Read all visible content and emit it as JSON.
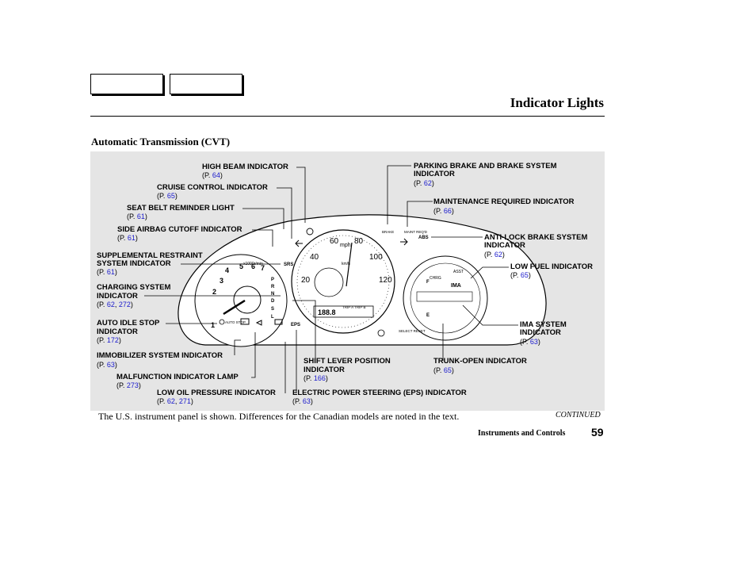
{
  "header": {
    "title": "Indicator Lights"
  },
  "section_title": "Automatic Transmission (CVT)",
  "callouts": [
    {
      "key": "high_beam",
      "label": "HIGH BEAM INDICATOR",
      "pages": [
        "64"
      ]
    },
    {
      "key": "cruise",
      "label": "CRUISE CONTROL INDICATOR",
      "pages": [
        "65"
      ]
    },
    {
      "key": "seat_belt",
      "label": "SEAT BELT REMINDER LIGHT",
      "pages": [
        "61"
      ]
    },
    {
      "key": "side_airbag",
      "label": "SIDE AIRBAG CUTOFF INDICATOR",
      "pages": [
        "61"
      ]
    },
    {
      "key": "srs",
      "label1": "SUPPLEMENTAL RESTRAINT",
      "label2": "SYSTEM INDICATOR",
      "pages": [
        "61"
      ]
    },
    {
      "key": "charging",
      "label1": "CHARGING SYSTEM",
      "label2": "INDICATOR",
      "pages": [
        "62",
        "272"
      ]
    },
    {
      "key": "auto_idle",
      "label1": "AUTO IDLE STOP",
      "label2": "INDICATOR",
      "pages": [
        "172"
      ]
    },
    {
      "key": "immobilizer",
      "label": "IMMOBILIZER SYSTEM INDICATOR",
      "pages": [
        "63"
      ]
    },
    {
      "key": "mil",
      "label": "MALFUNCTION INDICATOR LAMP",
      "pages": [
        "273"
      ]
    },
    {
      "key": "oil",
      "label": "LOW OIL PRESSURE INDICATOR",
      "pages": [
        "62",
        "271"
      ]
    },
    {
      "key": "eps",
      "label": "ELECTRIC POWER STEERING (EPS) INDICATOR",
      "pages": [
        "63"
      ]
    },
    {
      "key": "shift",
      "label1": "SHIFT LEVER POSITION",
      "label2": "INDICATOR",
      "pages": [
        "166"
      ]
    },
    {
      "key": "parking",
      "label1": "PARKING BRAKE AND BRAKE SYSTEM",
      "label2": "INDICATOR",
      "pages": [
        "62"
      ]
    },
    {
      "key": "maintenance",
      "label": "MAINTENANCE REQUIRED INDICATOR",
      "pages": [
        "66"
      ]
    },
    {
      "key": "abs",
      "label1": "ANTI-LOCK BRAKE SYSTEM",
      "label2": "INDICATOR",
      "pages": [
        "62"
      ]
    },
    {
      "key": "fuel",
      "label": "LOW FUEL INDICATOR",
      "pages": [
        "65"
      ]
    },
    {
      "key": "ima",
      "label1": "IMA SYSTEM",
      "label2": "INDICATOR",
      "pages": [
        "63"
      ]
    },
    {
      "key": "trunk",
      "label": "TRUNK-OPEN INDICATOR",
      "pages": [
        "65"
      ]
    }
  ],
  "ref_prefix": "P.",
  "panel_text": {
    "mph": "mph",
    "kmh": "km/h",
    "tach_unit": "x1000r/min",
    "speed_ticks": [
      "20",
      "40",
      "60",
      "80",
      "100",
      "120"
    ],
    "tach_ticks": [
      "1",
      "2",
      "3",
      "4",
      "5",
      "6",
      "7"
    ],
    "gears": [
      "P",
      "R",
      "N",
      "D",
      "S",
      "L"
    ],
    "odo": "188.8",
    "trip": "TRIP A TRIP B",
    "eps": "EPS",
    "srs": "SRS",
    "abs": "ABS",
    "brake": "BRAKE",
    "maint": "MAINT REQ'D",
    "ima": "IMA",
    "chrg": "CHRG",
    "asst": "ASST",
    "fuel_f": "F",
    "fuel_e": "E",
    "auto_stop": "AUTO STOP",
    "select_reset": "SELECT RESET"
  },
  "caption": "The U.S. instrument panel is shown. Differences for the Canadian models are noted in the text.",
  "continued": "CONTINUED",
  "footer": {
    "section": "Instruments and Controls",
    "page_number": "59"
  }
}
